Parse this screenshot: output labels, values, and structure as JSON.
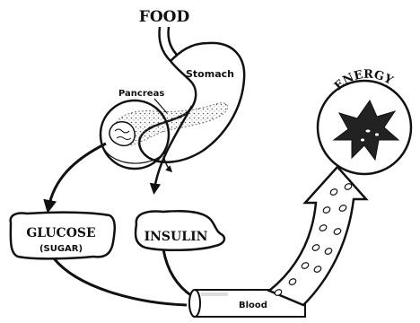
{
  "labels": {
    "food": "FOOD",
    "stomach": "Stomach",
    "pancreas": "Pancreas",
    "glucose": "GLUCOSE",
    "sugar": "(SUGAR)",
    "insulin": "INSULIN",
    "blood": "Blood",
    "energy": "ENERGY"
  },
  "colors": {
    "ink": "#111111",
    "paper": "#ffffff"
  }
}
